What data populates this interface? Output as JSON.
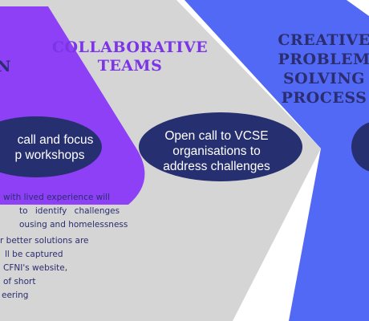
{
  "colors": {
    "stage1_fill": "#8d40f5",
    "stage2_fill": "#d5d5d5",
    "stage3_fill": "#5169f5",
    "pill_fill": "#262f6f",
    "dark_text": "#2a2d6f",
    "purple_text": "#7b34e6",
    "pill_text": "#ffffff"
  },
  "stages": [
    {
      "title": "N",
      "pill_lines": [
        "call and focus",
        "p workshops"
      ],
      "description": {
        "paragraph1": [
          "with lived experience will",
          "to  identify  challenges",
          "ousing and homelessness"
        ],
        "paragraph2": [
          "r better solutions are",
          "ll be captured",
          "CFNI's website,",
          "of short",
          "eering"
        ]
      }
    },
    {
      "title_lines": [
        "COLLABORATIVE",
        "TEAMS"
      ],
      "pill_lines": [
        "Open call to VCSE",
        "organisations to",
        "address challenges"
      ]
    },
    {
      "title_lines": [
        "CREATIVE",
        "PROBLEM",
        "SOLVING",
        "PROCESS"
      ]
    }
  ]
}
